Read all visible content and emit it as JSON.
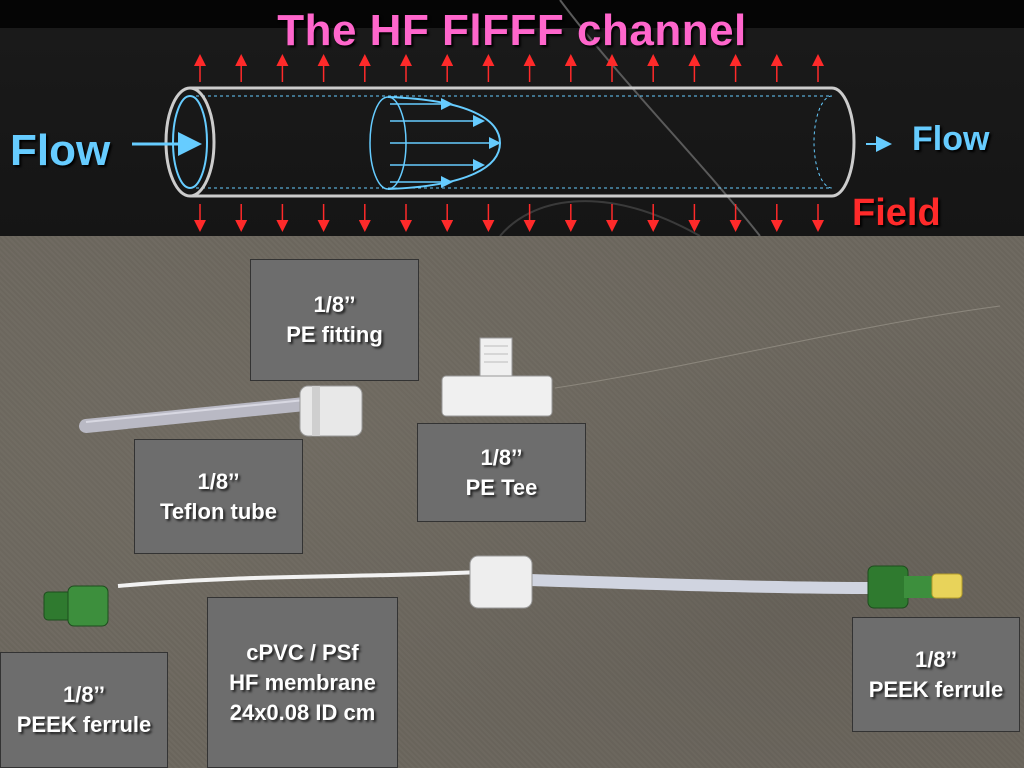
{
  "slide": {
    "title": "The HF FlFFF channel",
    "flow_in_label": "Flow",
    "flow_out_label": "Flow",
    "field_label": "Field",
    "colors": {
      "title": "#ff66cc",
      "flow": "#66ccff",
      "field_arrows": "#ff2a2a",
      "tube_outline": "#cccccc",
      "callout_bg": "#6d6d6d"
    }
  },
  "callouts": {
    "pe_fitting": {
      "line1": "1/8’’",
      "line2": "PE fitting"
    },
    "teflon_tube": {
      "line1": "1/8’’",
      "line2": "Teflon tube"
    },
    "pe_tee": {
      "line1": "1/8’’",
      "line2": "PE Tee"
    },
    "membrane": {
      "line1": "cPVC / PSf",
      "line2": "HF membrane",
      "line3": "24x0.08 ID cm"
    },
    "peek_ferrule_left": {
      "line1": "1/8’’",
      "line2": "PEEK ferrule"
    },
    "peek_ferrule_right": {
      "line1": "1/8’’",
      "line2": "PEEK ferrule"
    }
  }
}
